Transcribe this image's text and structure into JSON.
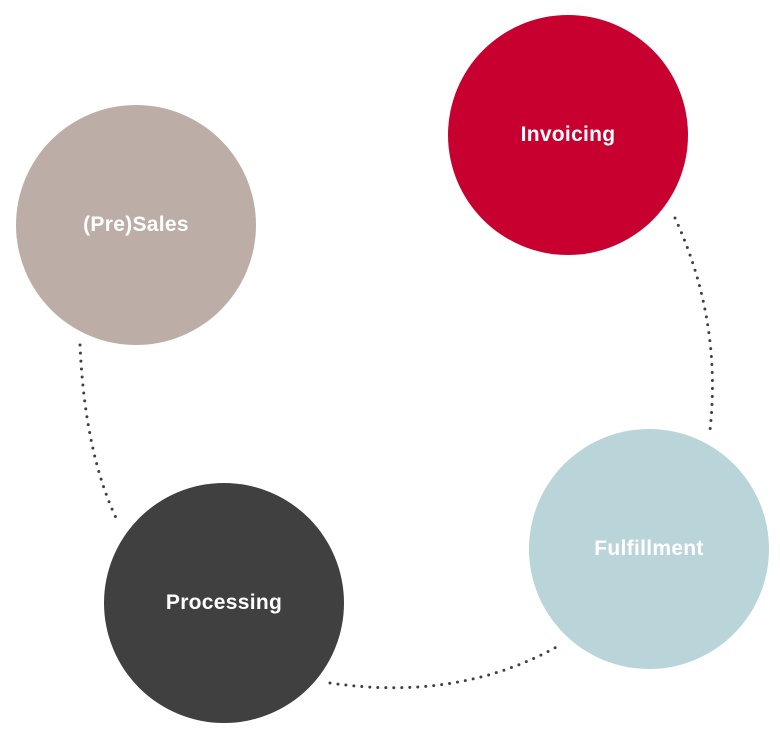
{
  "nodes": [
    {
      "id": "presales",
      "label": "(Pre)Sales",
      "color": "#bcaea6"
    },
    {
      "id": "invoicing",
      "label": "Invoicing",
      "color": "#c8002f"
    },
    {
      "id": "fulfillment",
      "label": "Fulfillment",
      "color": "#bad5da"
    },
    {
      "id": "processing",
      "label": "Processing",
      "color": "#404040"
    }
  ],
  "connector_color": "#404040"
}
